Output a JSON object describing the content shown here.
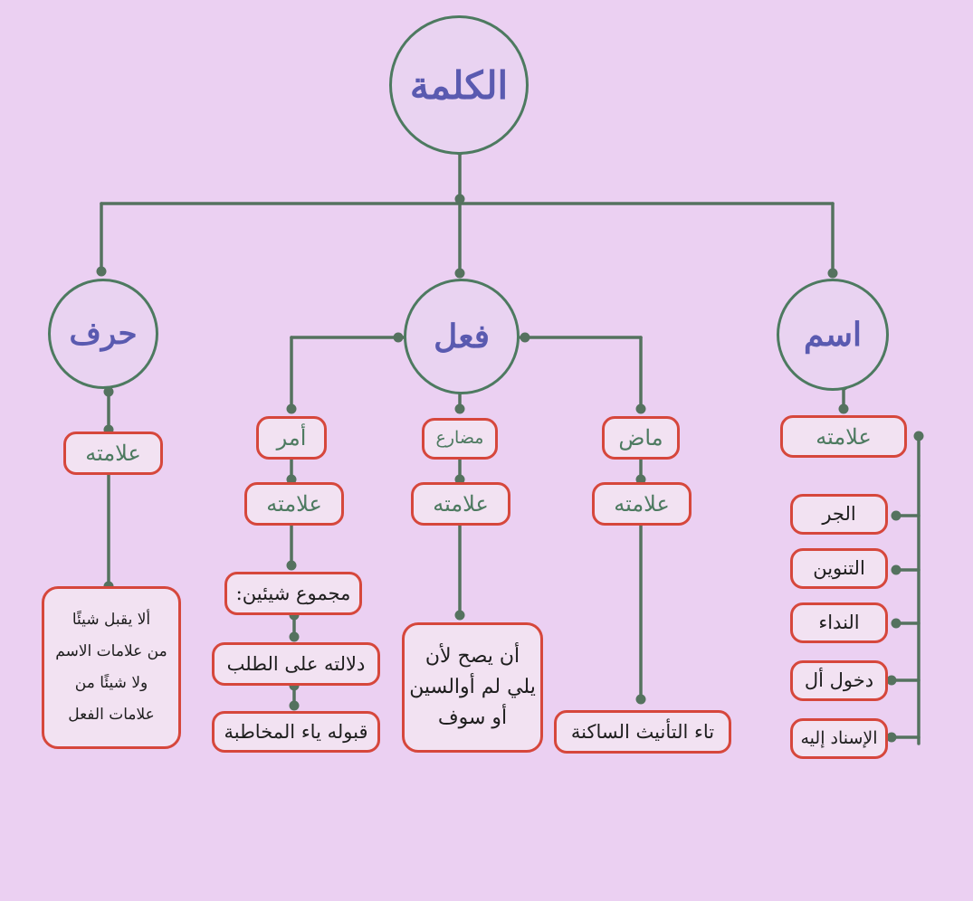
{
  "nodes": {
    "root": "الكلمة",
    "harf": "حرف",
    "fil": "فعل",
    "ism": "اسم",
    "harf_sign": "علامته",
    "amr": "أمر",
    "mudari": "مضارع",
    "madi": "ماض",
    "ism_sign": "علامته",
    "amr_sign": "علامته",
    "mudari_sign": "علامته",
    "madi_sign": "علامته",
    "harf_desc": "ألا يقبل شيئًا\nمن علامات الاسم\nولا شيئًا من\nعلامات الفعل",
    "amr_desc1": "مجموع شيئين:",
    "amr_desc2": "دلالته على الطلب",
    "amr_desc3": "قبوله ياء المخاطبة",
    "mudari_desc": "أن يصح لأن\nيلي لم أوالسين\nأو سوف",
    "madi_desc": "تاء التأنيث الساكنة",
    "ism_items": [
      "الجر",
      "التنوين",
      "النداء",
      "دخول أل",
      "الإسناد إليه"
    ]
  },
  "colors": {
    "background": "#ebd0f2",
    "connector": "#4d7a60",
    "circle_text": "#5a5ab0",
    "box_border": "#d6473c",
    "green_text": "#4d7a60"
  }
}
